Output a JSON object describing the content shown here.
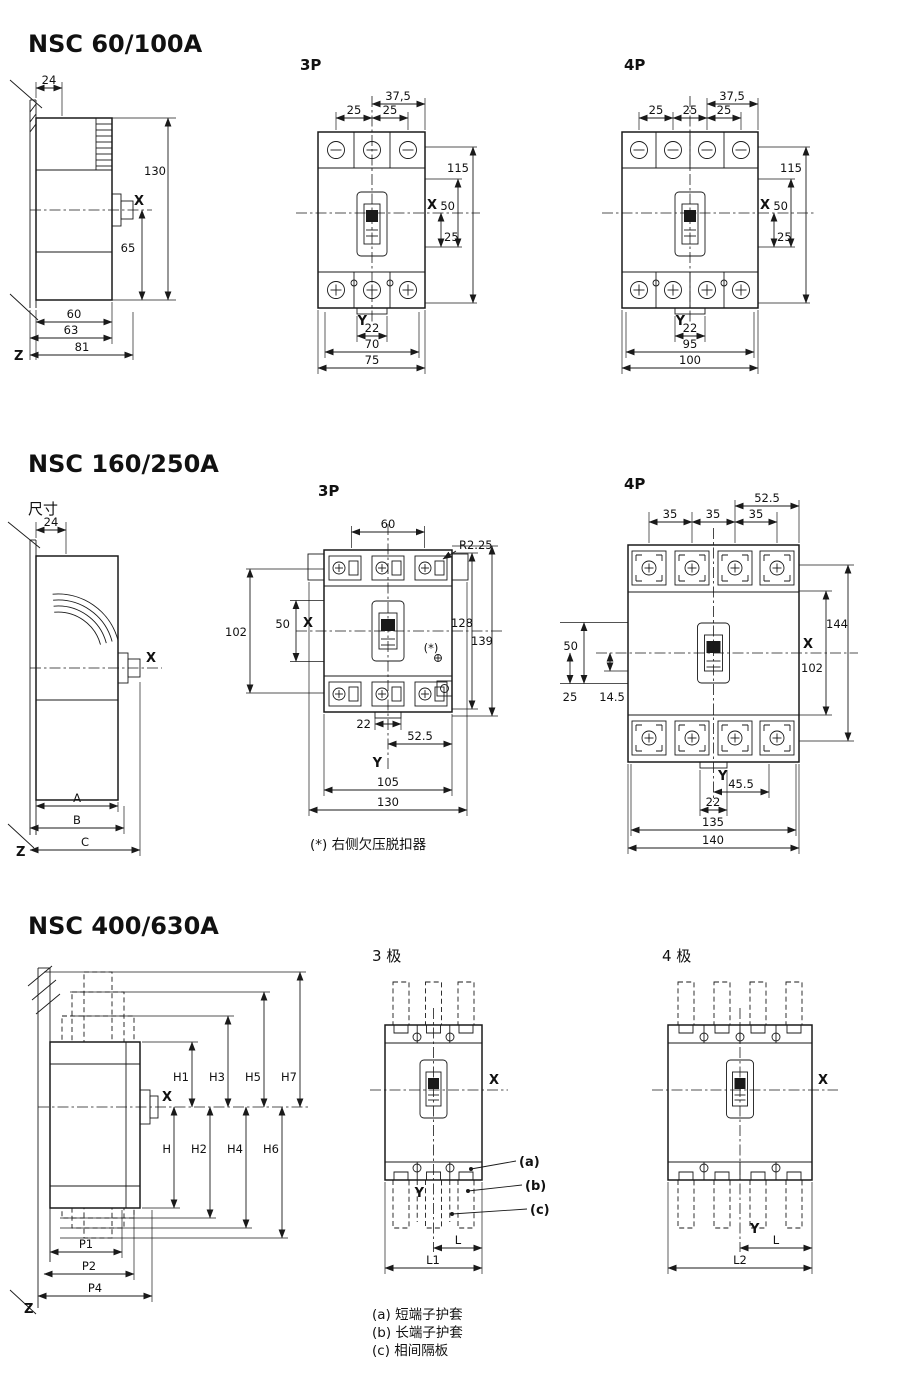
{
  "s1": {
    "title": "NSC 60/100A",
    "side": {
      "d24": "24",
      "d130": "130",
      "d65": "65",
      "x": "X",
      "d60": "60",
      "d63": "63",
      "d81": "81",
      "z": "Z"
    },
    "p3": {
      "header": "3P",
      "d375": "37,5",
      "d25a": "25",
      "d25b": "25",
      "d115": "115",
      "d50": "50",
      "d25c": "25",
      "x": "X",
      "y": "Y",
      "d22": "22",
      "d70": "70",
      "d75": "75"
    },
    "p4": {
      "header": "4P",
      "d375": "37,5",
      "d25a": "25",
      "d25b": "25",
      "d25c": "25",
      "d115": "115",
      "d50": "50",
      "d25d": "25",
      "x": "X",
      "y": "Y",
      "d22": "22",
      "d95": "95",
      "d100": "100"
    }
  },
  "s2": {
    "title": "NSC 160/250A",
    "dim_label": "尺寸",
    "side": {
      "d24": "24",
      "x": "X",
      "a": "A",
      "b": "B",
      "c": "C",
      "z": "Z"
    },
    "p3": {
      "header": "3P",
      "d60": "60",
      "r": "R2.25",
      "d102": "102",
      "d50": "50",
      "x": "X",
      "d128": "128",
      "d139": "139",
      "star": "(*)",
      "d22": "22",
      "d525": "52.5",
      "y": "Y",
      "d105": "105",
      "d130": "130",
      "note": "(*) 右侧欠压脱扣器"
    },
    "p4": {
      "header": "4P",
      "d525": "52.5",
      "d35a": "35",
      "d35b": "35",
      "d35c": "35",
      "d50": "50",
      "d145": "14.5",
      "d25": "25",
      "x": "X",
      "d102": "102",
      "d144": "144",
      "y": "Y",
      "d455": "45.5",
      "d22": "22",
      "d135": "135",
      "d140": "140"
    }
  },
  "s3": {
    "title": "NSC 400/630A",
    "side": {
      "x": "X",
      "z": "Z",
      "h1": "H1",
      "h3": "H3",
      "h5": "H5",
      "h7": "H7",
      "h": "H",
      "h2": "H2",
      "h4": "H4",
      "h6": "H6",
      "p1": "P1",
      "p2": "P2",
      "p4": "P4"
    },
    "p3": {
      "header": "3 极",
      "x": "X",
      "y": "Y",
      "la": "(a)",
      "lb": "(b)",
      "lc": "(c)",
      "l": "L",
      "l1": "L1"
    },
    "p4": {
      "header": "4 极",
      "x": "X",
      "y": "Y",
      "l": "L",
      "l2": "L2"
    },
    "notes": [
      "(a) 短端子护套",
      "(b) 长端子护套",
      "(c) 相间隔板"
    ]
  }
}
